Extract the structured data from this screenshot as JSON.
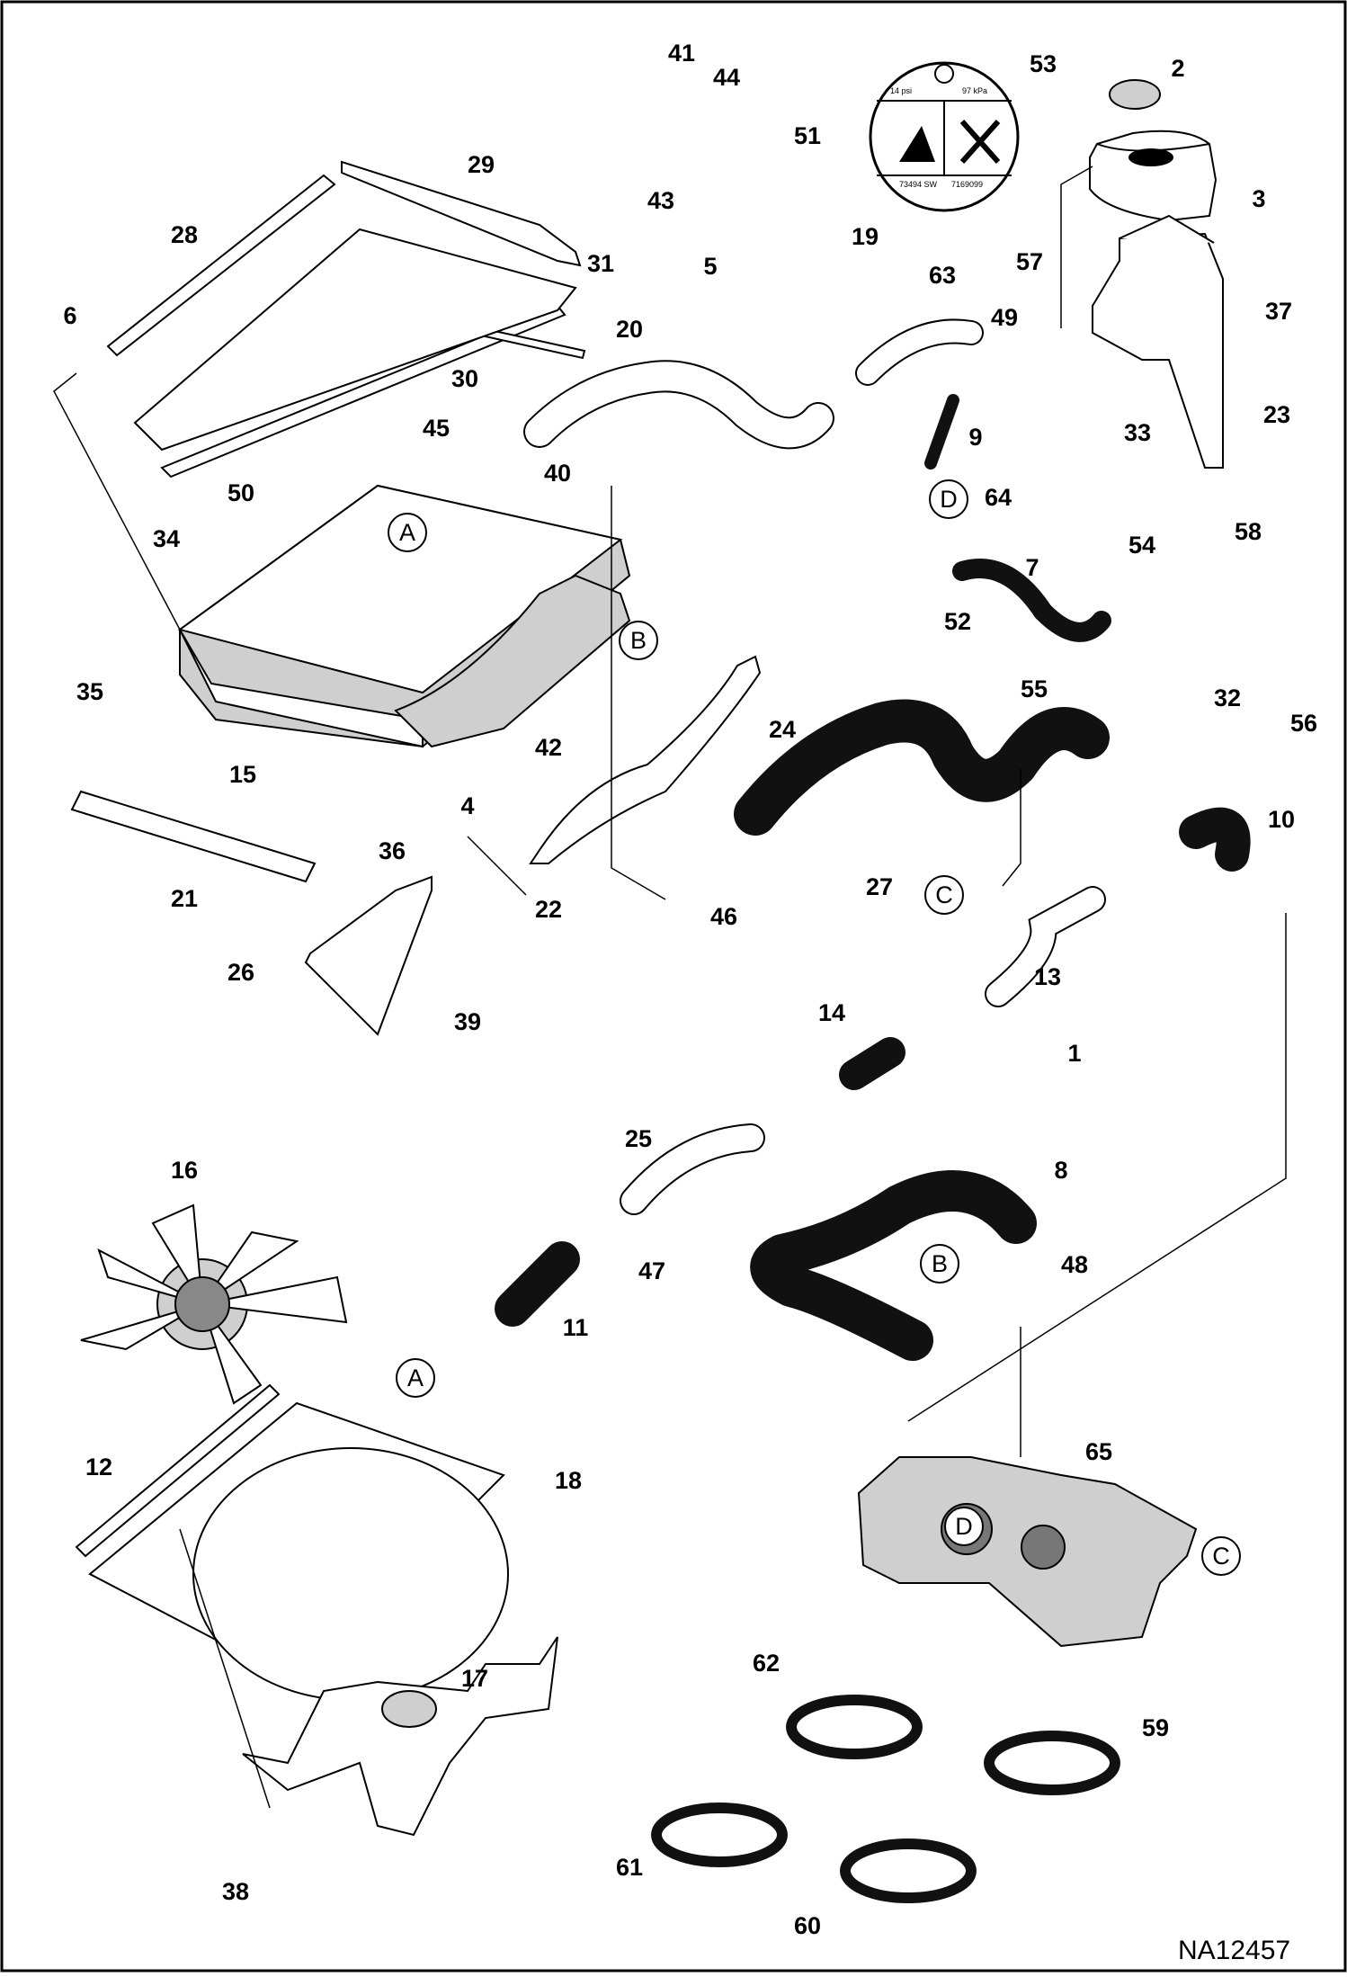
{
  "diagram": {
    "drawing_id": "NA12457",
    "decal": {
      "left_text": "14 psi",
      "right_text": "97 kPa",
      "code_left": "73494 SW",
      "code_right": "7169099"
    },
    "reference_letters": [
      "A",
      "B",
      "C",
      "D"
    ],
    "callouts": [
      "1",
      "2",
      "3",
      "4",
      "5",
      "6",
      "7",
      "8",
      "9",
      "10",
      "11",
      "12",
      "13",
      "14",
      "15",
      "16",
      "17",
      "18",
      "19",
      "20",
      "21",
      "22",
      "23",
      "24",
      "25",
      "26",
      "27",
      "28",
      "29",
      "30",
      "31",
      "32",
      "33",
      "34",
      "35",
      "36",
      "37",
      "38",
      "39",
      "40",
      "41",
      "42",
      "43",
      "44",
      "45",
      "46",
      "47",
      "48",
      "49",
      "50",
      "51",
      "52",
      "53",
      "54",
      "55",
      "56",
      "57",
      "58",
      "59",
      "60",
      "61",
      "62",
      "63",
      "64",
      "65"
    ]
  }
}
